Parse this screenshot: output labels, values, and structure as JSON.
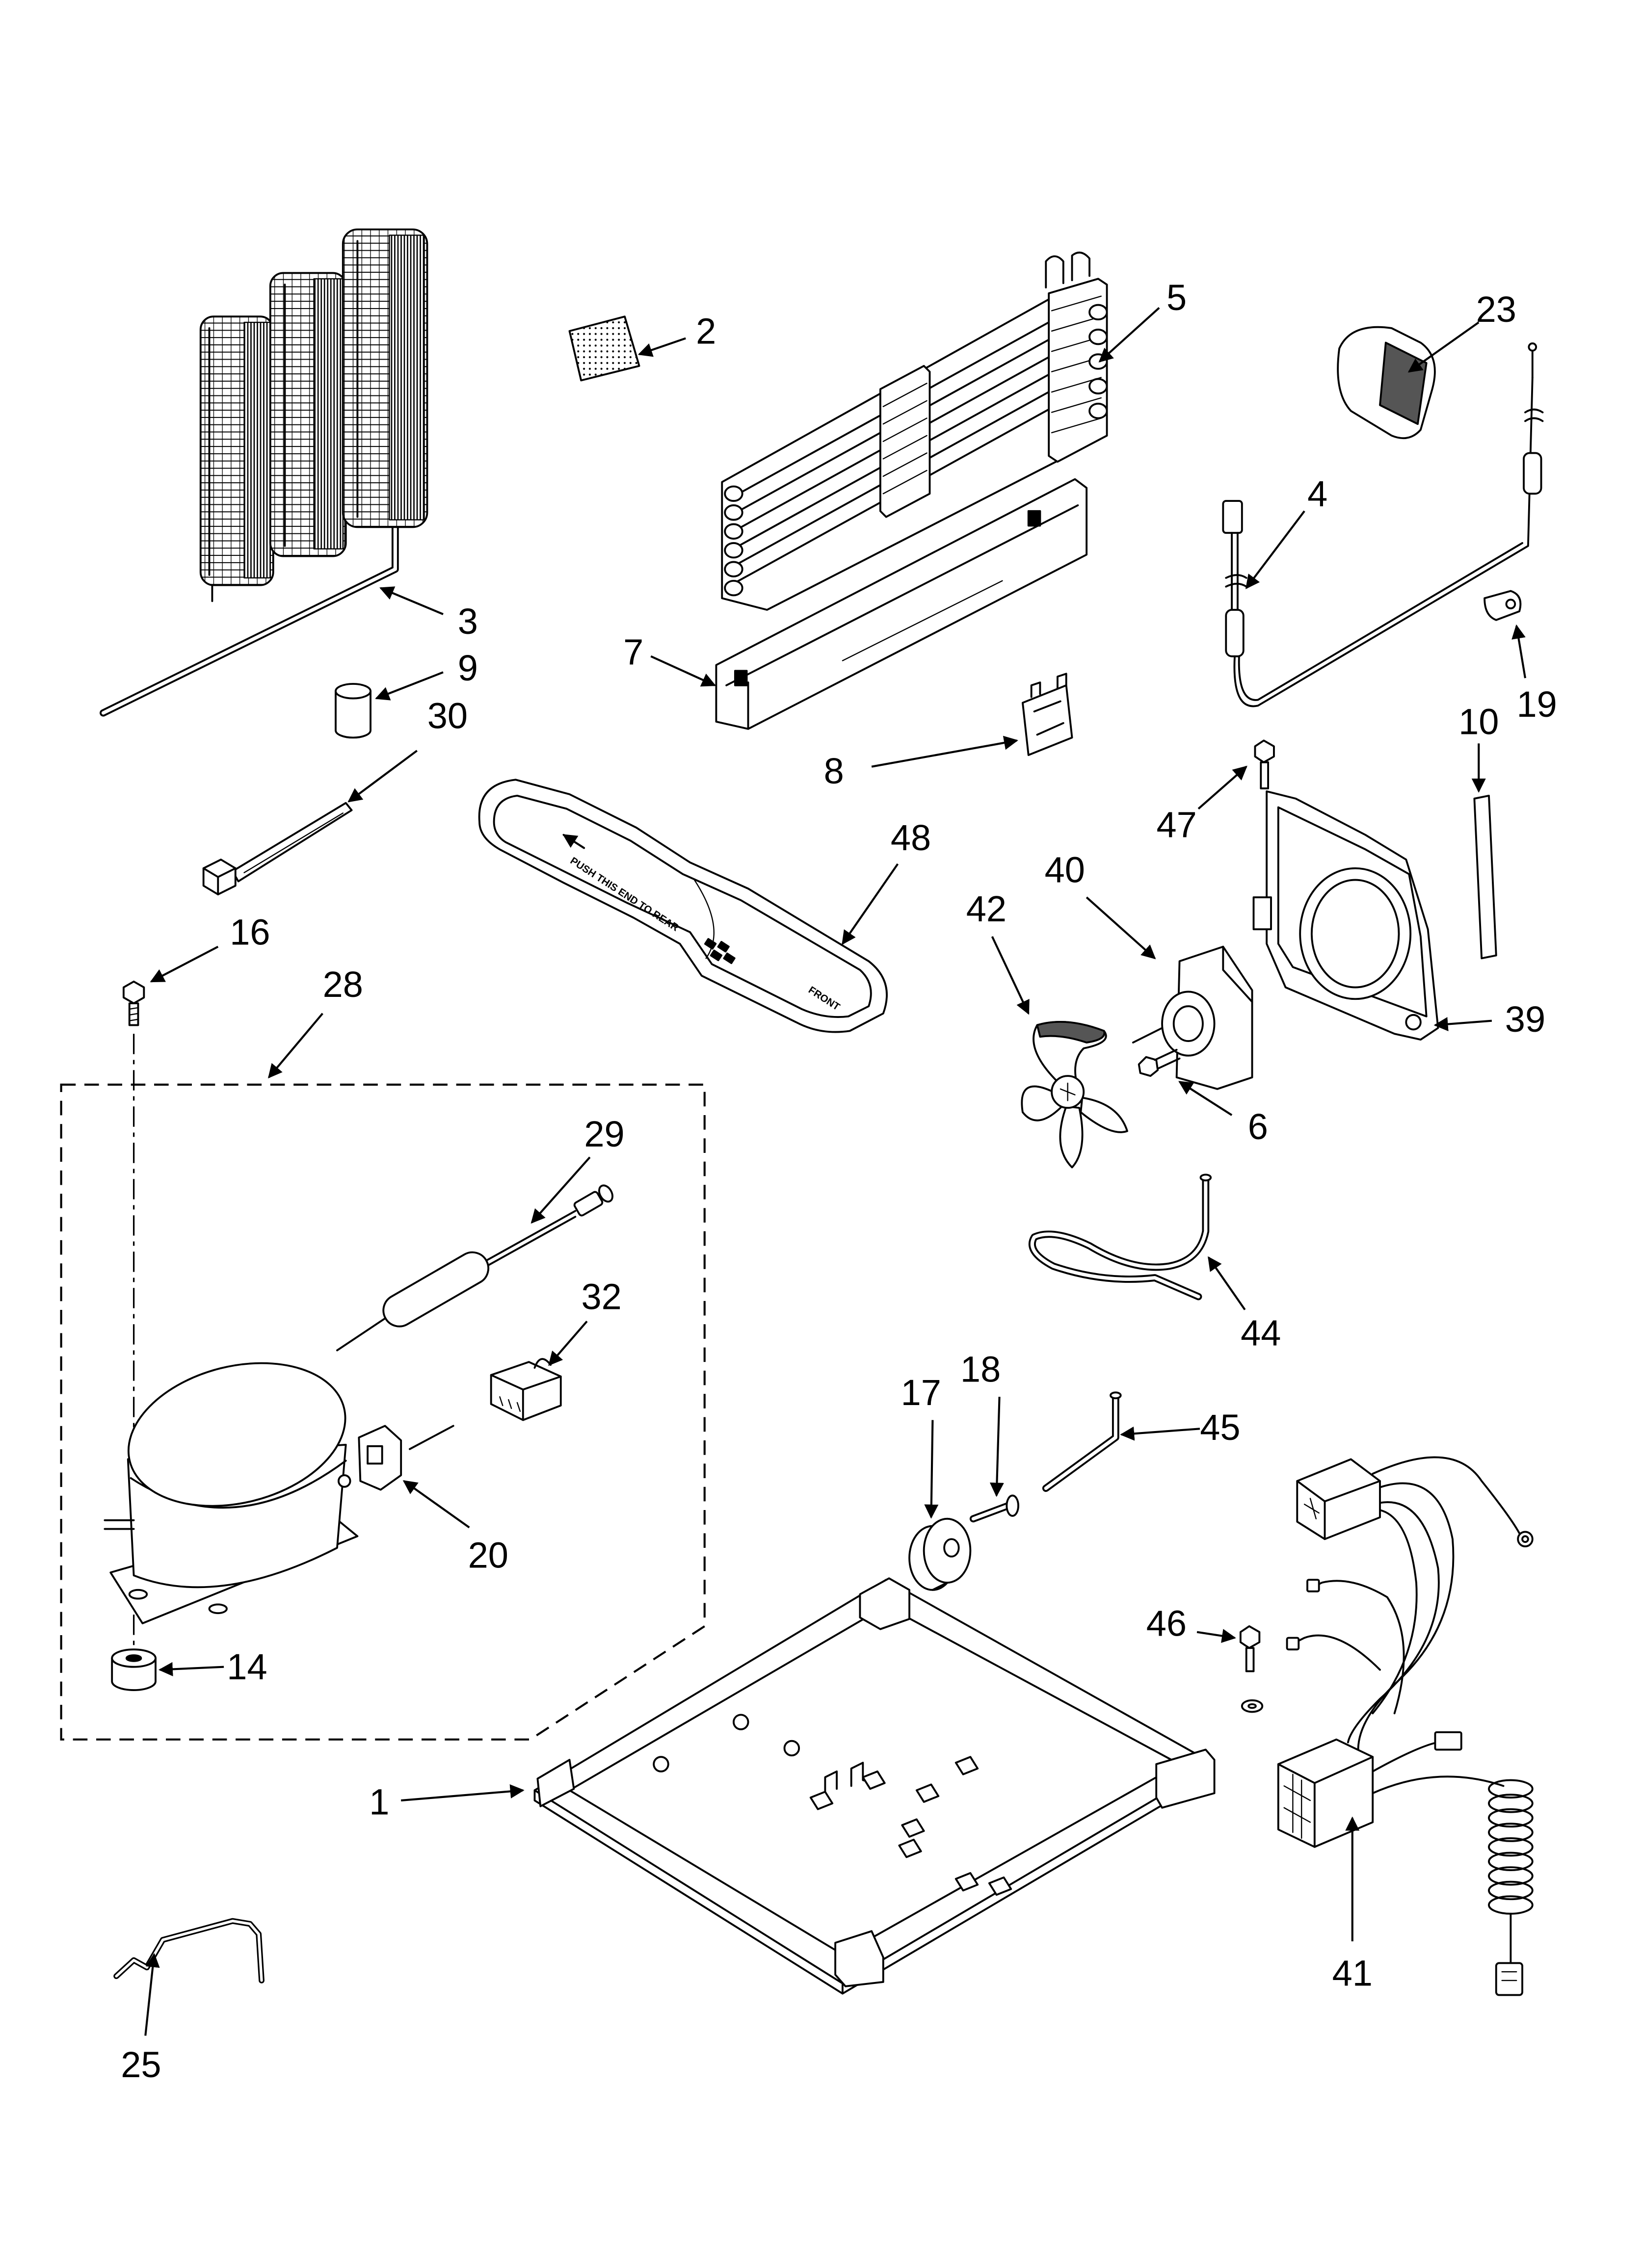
{
  "callouts": [
    "2",
    "5",
    "23",
    "3",
    "9",
    "30",
    "4",
    "7",
    "8",
    "19",
    "10",
    "47",
    "48",
    "40",
    "42",
    "16",
    "28",
    "39",
    "6",
    "29",
    "44",
    "32",
    "18",
    "17",
    "45",
    "20",
    "46",
    "14",
    "1",
    "41",
    "25"
  ],
  "part_markings": {
    "tray_instruction": "PUSH THIS END TO REAR",
    "tray_front": "FRONT"
  },
  "colors": {
    "ink": "#000000",
    "paper": "#ffffff"
  }
}
